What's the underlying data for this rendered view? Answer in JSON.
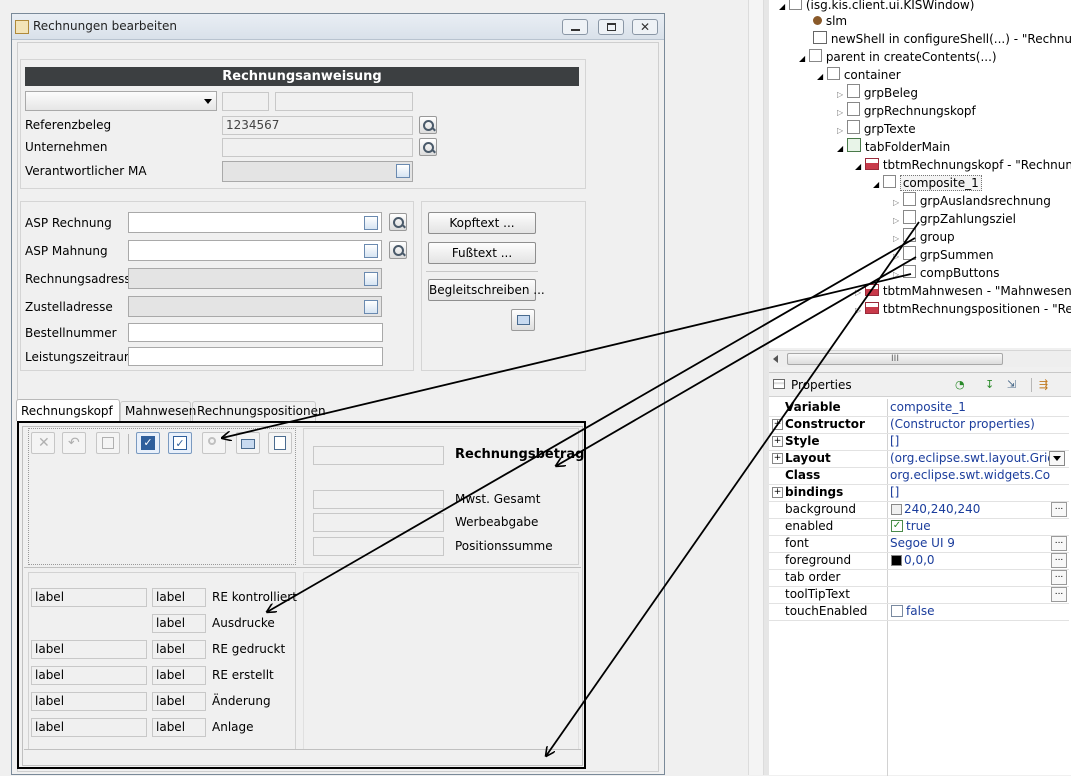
{
  "window": {
    "title": "Rechnungen bearbeiten"
  },
  "header": {
    "banner": "Rechnungsanweisung",
    "labels": [
      "Referenzbeleg",
      "Unternehmen",
      "Verantwortlicher MA"
    ],
    "referenzbeleg_value": "1234567"
  },
  "contact": {
    "labels": [
      "ASP Rechnung",
      "ASP Mahnung",
      "Rechnungsadresse",
      "Zustelladresse",
      "Bestellnummer",
      "Leistungszeitraum"
    ],
    "buttons": [
      "Kopftext ...",
      "Fußtext ...",
      "Begleitschreiben ..."
    ]
  },
  "tabs": [
    "Rechnungskopf",
    "Mahnwesen",
    "Rechnungspositionen"
  ],
  "summary": {
    "title": "Rechnungsbetrag",
    "labels": [
      "Mwst. Gesamt",
      "Werbeabgabe",
      "Positionssumme"
    ]
  },
  "status": {
    "rows": [
      {
        "a": "label",
        "b": "label",
        "text": "RE kontrolliert"
      },
      {
        "a": "",
        "b": "label",
        "text": "Ausdrucke"
      },
      {
        "a": "label",
        "b": "label",
        "text": "RE gedruckt"
      },
      {
        "a": "label",
        "b": "label",
        "text": "RE erstellt"
      },
      {
        "a": "label",
        "b": "label",
        "text": "Änderung"
      },
      {
        "a": "label",
        "b": "label",
        "text": "Anlage"
      }
    ]
  },
  "tree": {
    "items": [
      {
        "text": "(isg.kis.client.ui.KISWindow)"
      },
      {
        "text": "slm"
      },
      {
        "text": "newShell in configureShell(...) - \"Rechnungen"
      },
      {
        "text": "parent in createContents(...)"
      },
      {
        "text": "container"
      },
      {
        "text": "grpBeleg"
      },
      {
        "text": "grpRechnungskopf"
      },
      {
        "text": "grpTexte"
      },
      {
        "text": "tabFolderMain"
      },
      {
        "text": "tbtmRechnungskopf - \"Rechnungs"
      },
      {
        "text": "composite_1"
      },
      {
        "text": "grpAuslandsrechnung"
      },
      {
        "text": "grpZahlungsziel"
      },
      {
        "text": "group"
      },
      {
        "text": "grpSummen"
      },
      {
        "text": "compButtons"
      },
      {
        "text": "tbtmMahnwesen - \"Mahnwesen\""
      },
      {
        "text": "tbtmRechnungspositionen - \"Rech"
      }
    ],
    "scroll_grip": "III"
  },
  "properties": {
    "title": "Properties",
    "rows": [
      {
        "k": "Variable",
        "v": "composite_1"
      },
      {
        "k": "Constructor",
        "v": "(Constructor properties)"
      },
      {
        "k": "Style",
        "v": "[]"
      },
      {
        "k": "Layout",
        "v": "(org.eclipse.swt.layout.Grid..."
      },
      {
        "k": "Class",
        "v": "org.eclipse.swt.widgets.Comp..."
      },
      {
        "k": "bindings",
        "v": "[]"
      },
      {
        "k": "background",
        "v": "240,240,240"
      },
      {
        "k": "enabled",
        "v": "true"
      },
      {
        "k": "font",
        "v": "Segoe UI 9"
      },
      {
        "k": "foreground",
        "v": "0,0,0"
      },
      {
        "k": "tab order",
        "v": ""
      },
      {
        "k": "toolTipText",
        "v": ""
      },
      {
        "k": "touchEnabled",
        "v": "false"
      }
    ],
    "ellipsis": "..."
  },
  "colors": {
    "banner_bg": "#3c3f41",
    "link_blue": "#1b3d9c",
    "background_swatch": "#f0f0f0",
    "foreground_swatch": "#000000"
  }
}
